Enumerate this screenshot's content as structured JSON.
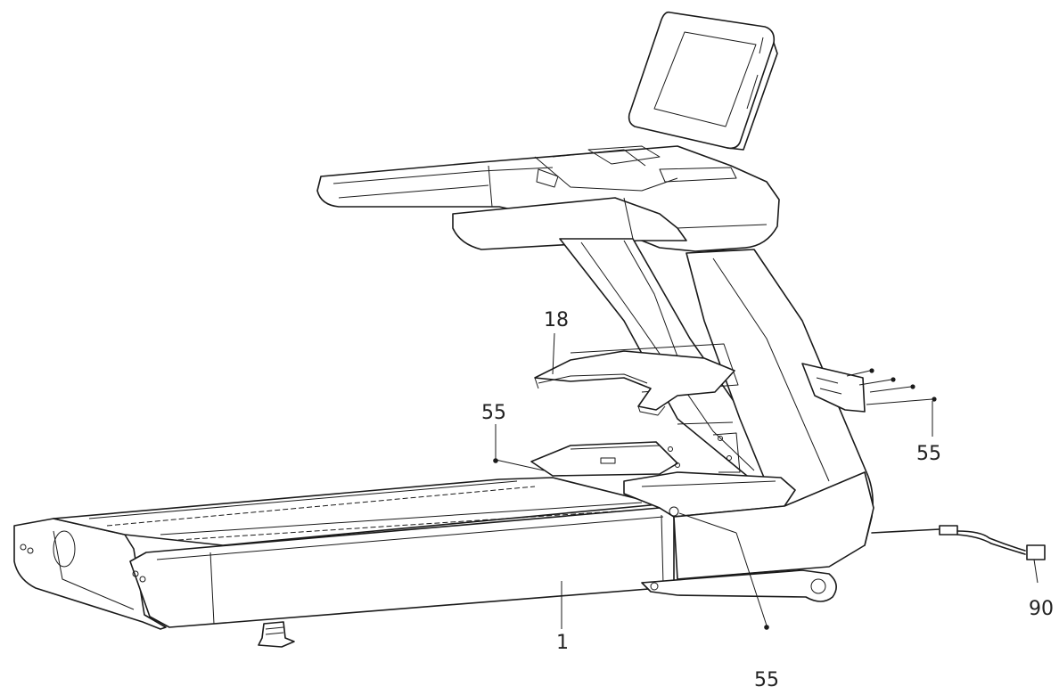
{
  "diagram": {
    "callouts": [
      {
        "id": "c18",
        "text": "18"
      },
      {
        "id": "c55a",
        "text": "55"
      },
      {
        "id": "c55b",
        "text": "55"
      },
      {
        "id": "c1",
        "text": "1"
      },
      {
        "id": "c55c",
        "text": "55"
      },
      {
        "id": "c90",
        "text": "90"
      }
    ]
  }
}
